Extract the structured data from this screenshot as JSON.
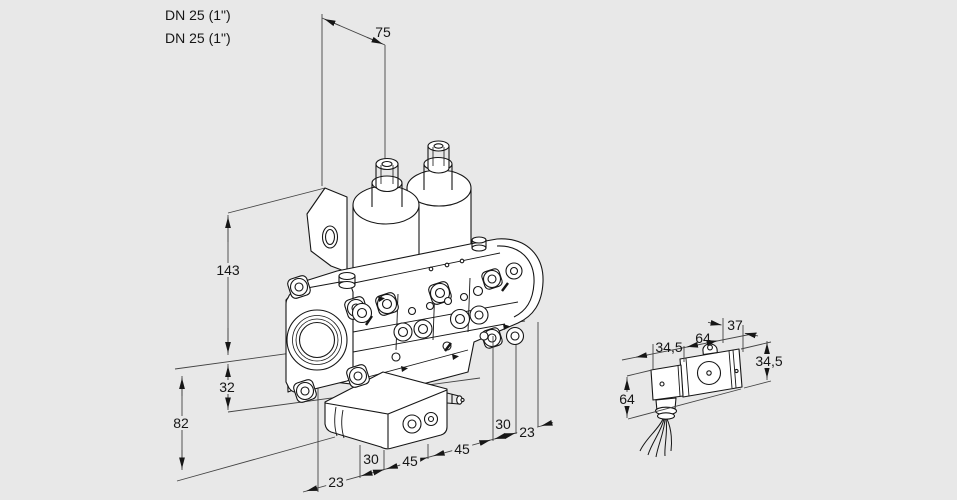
{
  "figure": {
    "type": "technical-dimension-drawing",
    "subject": "double solenoid valve, isometric view with detail view of solenoid coil",
    "port_labels": {
      "port1": "DN 25 (1\")",
      "port2": "DN 25 (1\")"
    }
  },
  "main_dimensions": {
    "coil_pitch_top": "75",
    "height_flange_to_coil_top": "143",
    "flange_to_body_bottom": "32",
    "flange_to_base": "82",
    "bottom_offset_left": "23",
    "bottom_spacing_left": "30",
    "bottom_port_left": "45",
    "bottom_port_right": "45",
    "bottom_spacing_right": "30",
    "bottom_offset_right": "23"
  },
  "coil_detail_dimensions": {
    "connector_depth": "34,5",
    "coil_length": "64",
    "coil_top_width": "37",
    "coil_side_height": "34,5",
    "coil_total_height": "64"
  },
  "colors": {
    "background": "#e8e8e8",
    "line": "#161616",
    "dimension_line": "#444444",
    "fill": "#ffffff"
  }
}
